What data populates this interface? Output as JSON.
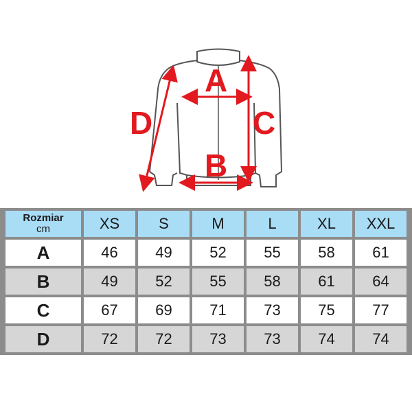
{
  "diagram": {
    "labels": {
      "A": "A",
      "B": "B",
      "C": "C",
      "D": "D"
    },
    "colors": {
      "arrow": "#e2191f",
      "outline": "#555555"
    }
  },
  "table": {
    "header_label": "Rozmiar",
    "header_unit": "cm",
    "sizes": [
      "XS",
      "S",
      "M",
      "L",
      "XL",
      "XXL"
    ],
    "rows": [
      {
        "label": "A",
        "values": [
          "46",
          "49",
          "52",
          "55",
          "58",
          "61"
        ]
      },
      {
        "label": "B",
        "values": [
          "49",
          "52",
          "55",
          "58",
          "61",
          "64"
        ]
      },
      {
        "label": "C",
        "values": [
          "67",
          "69",
          "71",
          "73",
          "75",
          "77"
        ]
      },
      {
        "label": "D",
        "values": [
          "72",
          "72",
          "73",
          "73",
          "74",
          "74"
        ]
      }
    ],
    "colors": {
      "header": "#a9dcf5",
      "row_light": "#ffffff",
      "row_dark": "#d6d6d6",
      "grid": "#8c8c8c"
    }
  }
}
